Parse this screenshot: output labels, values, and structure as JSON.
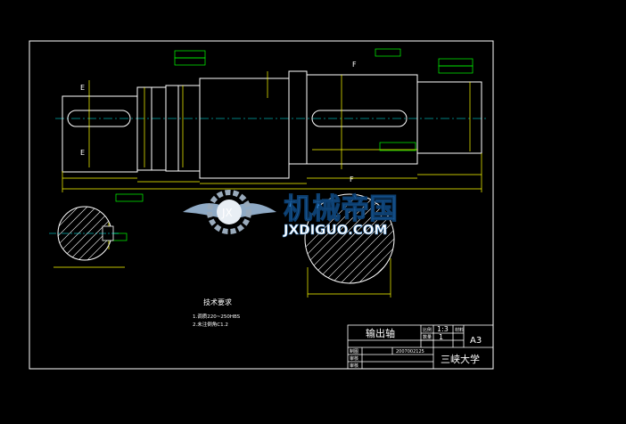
{
  "drawing": {
    "part_name": "输出轴",
    "scale_label": "比例",
    "scale_value": "1:3",
    "material_label": "材料",
    "qty_label": "数量",
    "qty_value": "1",
    "sheet_size": "A3",
    "student_id": "2007002125",
    "school": "三峡大学",
    "drawn_label": "制图",
    "checked_label": "审核",
    "approved_label": "审核"
  },
  "tech_req": {
    "title": "技术要求",
    "line1": "1.调质220~250HBS",
    "line2": "2.未注倒角C1.2"
  },
  "watermark": {
    "brand": "机械帝国",
    "domain": "JXDIGUO.COM"
  },
  "sections": {
    "left": "E",
    "right": "F"
  },
  "colors": {
    "frame": "#ffffff",
    "outline": "#ffffff",
    "dimension": "#ffff00",
    "center": "#00ffff",
    "hatch": "#ffffff",
    "annotation": "#00ff00",
    "brand": "#1f6fb5"
  }
}
